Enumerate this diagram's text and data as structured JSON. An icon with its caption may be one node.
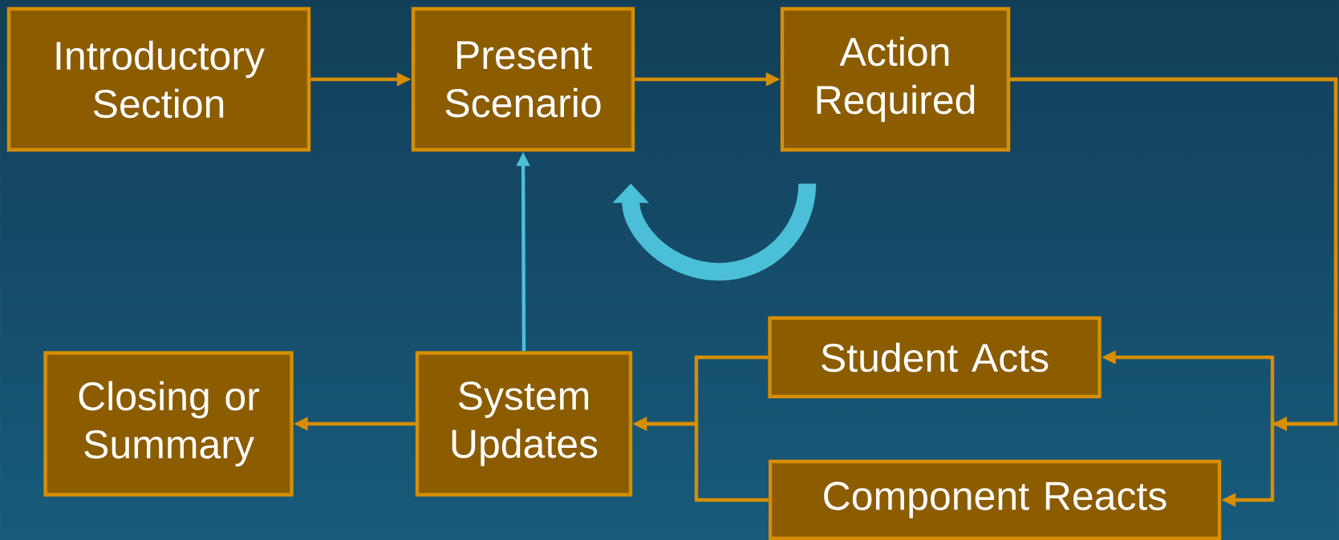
{
  "diagram": {
    "nodes": [
      {
        "text": [
          "Introductory Section"
        ]
      },
      {
        "text": [
          "Present Scenario"
        ]
      },
      {
        "text": [
          "Action Required"
        ]
      },
      {
        "text": [
          "Student Acts"
        ]
      },
      {
        "text": [
          "Component Reacts"
        ]
      },
      {
        "text": [
          "System Updates"
        ]
      },
      {
        "text": [
          "Closing or Summary"
        ]
      }
    ],
    "edges": [
      {
        "from": 0,
        "to": 1,
        "arrow": "to"
      },
      {
        "from": 1,
        "to": 2,
        "arrow": "to"
      },
      {
        "from": 2,
        "to": 3,
        "arrow": "to"
      },
      {
        "from": 2,
        "to": 4,
        "arrow": "to"
      },
      {
        "from": 3,
        "to": 5,
        "arrow": "to"
      },
      {
        "from": 4,
        "to": 5,
        "arrow": "to"
      },
      {
        "from": 5,
        "to": 6,
        "arrow": "to"
      },
      {
        "from": 5,
        "to": 1,
        "arrow": "to",
        "color": "#4bbfd8"
      },
      {
        "from": 2,
        "to": 1,
        "arrow": "to",
        "style": "thick",
        "color": "#4bbfd8"
      }
    ]
  }
}
